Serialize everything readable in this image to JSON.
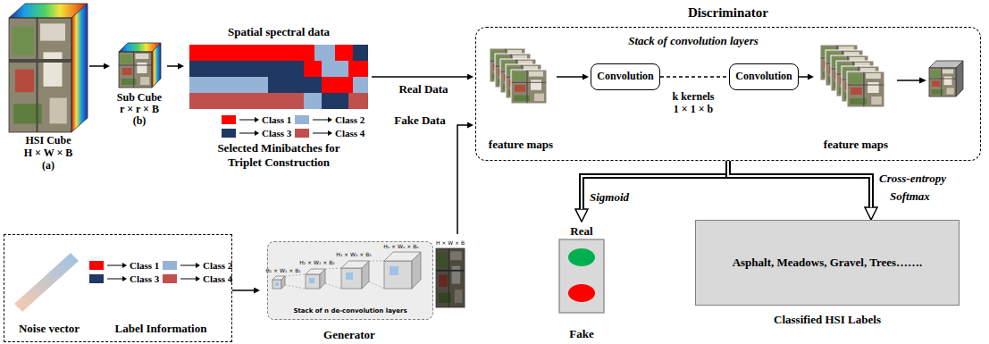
{
  "diagram": {
    "nodes": [
      {
        "text": [
          "HSI Cube",
          "H × W × B",
          "(a)"
        ]
      },
      {
        "text": [
          "Sub Cube",
          "r × r × B",
          "(b)"
        ]
      },
      {
        "text": [
          "Spatial spectral data",
          "Selected Minibatches for Triplet Construction"
        ]
      },
      {
        "text": [
          "Discriminator"
        ]
      },
      {
        "text": [
          "feature maps"
        ],
        "in": 3
      },
      {
        "text": [
          "Convolution"
        ],
        "in": 3
      },
      {
        "text": [
          "Convolution"
        ],
        "in": 3
      },
      {
        "text": [
          "feature maps"
        ],
        "in": 3
      },
      {
        "text": [
          "Real",
          "Fake"
        ]
      },
      {
        "text": [
          "Asphalt, Meadows, Gravel, Trees…….",
          "Classified HSI Labels"
        ]
      },
      {
        "text": [
          "Noise vector",
          "Label Information"
        ]
      },
      {
        "text": [
          "Generator"
        ]
      },
      {
        "text": [
          "Stack of n de-convolution layers"
        ],
        "in": 11
      }
    ],
    "edges": [
      {
        "from": 0,
        "to": 1,
        "arrow": "to"
      },
      {
        "from": 1,
        "to": 2,
        "arrow": "to"
      },
      {
        "from": 2,
        "to": 3,
        "arrow": "to",
        "label": "Real Data"
      },
      {
        "from": 11,
        "to": 3,
        "arrow": "to",
        "label": "Fake Data"
      },
      {
        "from": 10,
        "to": 11,
        "arrow": "to"
      },
      {
        "from": 4,
        "to": 5,
        "arrow": "to"
      },
      {
        "from": 5,
        "to": 6,
        "arrow": "none"
      },
      {
        "from": 6,
        "to": 7,
        "arrow": "to"
      },
      {
        "from": 3,
        "to": 8,
        "arrow": "to",
        "label": "Sigmoid"
      },
      {
        "from": 3,
        "to": 9,
        "arrow": "to",
        "label": "Cross-entropy"
      }
    ],
    "labels": [
      "Stack of convolution layers",
      "k kernels",
      "1 × 1 × b",
      "Softmax",
      "H₁ × W₁ × B₁",
      "H₂ × W₂ × B₂",
      "H₃ × W₃ × B₃",
      "Hₙ × Wₙ × Bₙ",
      "H × W × B"
    ],
    "legend": [
      {
        "text": "Class 1",
        "color": "#ff0000"
      },
      {
        "text": "Class 2",
        "color": "#95b3d7"
      },
      {
        "text": "Class 3",
        "color": "#1f3864"
      },
      {
        "text": "Class 4",
        "color": "#c0504d"
      },
      {
        "text": "Class 1",
        "color": "#ff0000"
      },
      {
        "text": "Class 2",
        "color": "#95b3d7"
      },
      {
        "text": "Class 3",
        "color": "#1f3864"
      },
      {
        "text": "Class 4",
        "color": "#c0504d"
      }
    ]
  }
}
